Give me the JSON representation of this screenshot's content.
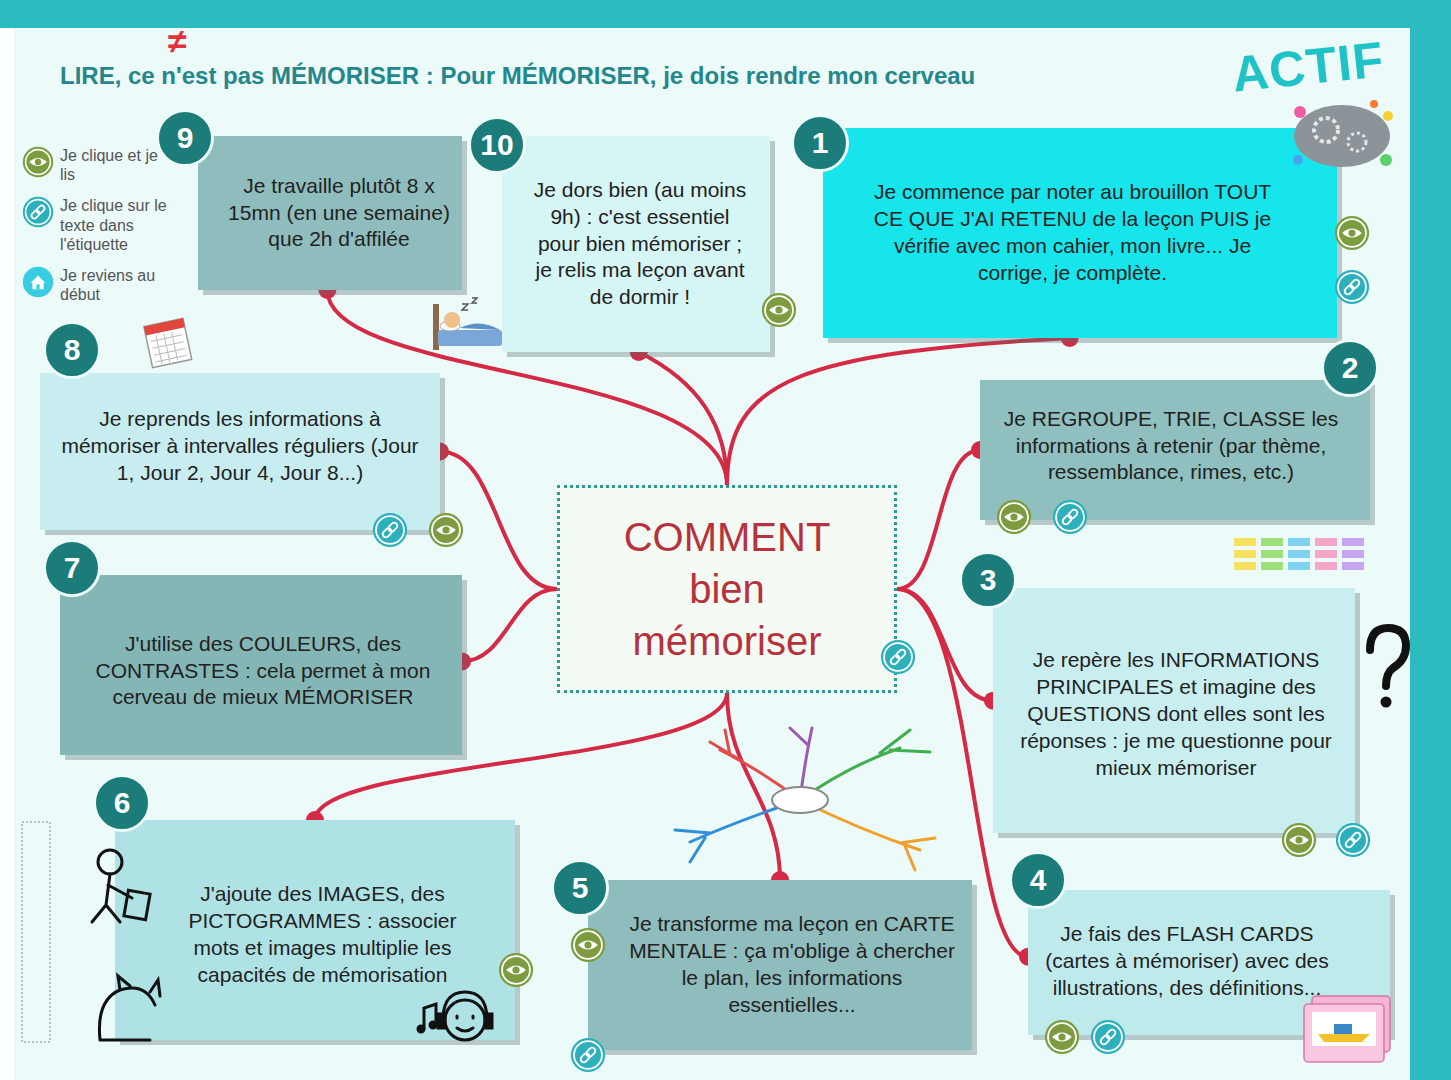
{
  "diagram": {
    "title": "LIRE, ce n'est pas MÉMORISER : Pour MÉMORISER, je dois rendre mon cerveau",
    "nodes": [
      {
        "text": [
          "COMMENT bien mémoriser"
        ]
      },
      {
        "text": [
          "1",
          "Je commence par noter au brouillon TOUT CE QUE J'AI RETENU de la leçon PUIS je vérifie avec mon cahier, mon livre... Je corrige, je complète."
        ]
      },
      {
        "text": [
          "2",
          "Je REGROUPE, TRIE, CLASSE les informations à retenir (par thème, ressemblance, rimes, etc.)"
        ]
      },
      {
        "text": [
          "3",
          "Je repère les INFORMATIONS PRINCIPALES et imagine des QUESTIONS dont elles sont les réponses : je me questionne pour mieux mémoriser"
        ]
      },
      {
        "text": [
          "4",
          "Je fais des FLASH CARDS (cartes à mémoriser) avec des illustrations, des définitions..."
        ]
      },
      {
        "text": [
          "5",
          "Je transforme ma leçon en CARTE MENTALE : ça m'oblige à chercher le plan, les informations essentielles..."
        ]
      },
      {
        "text": [
          "6",
          "J'ajoute des IMAGES, des PICTOGRAMMES : associer mots et images multiplie les capacités de mémorisation"
        ]
      },
      {
        "text": [
          "7",
          "J'utilise des COULEURS, des CONTRASTES : cela permet à mon cerveau de mieux MÉMORISER"
        ]
      },
      {
        "text": [
          "8",
          "Je reprends les informations à mémoriser à intervalles réguliers (Jour 1, Jour 2, Jour 4, Jour 8...)"
        ]
      },
      {
        "text": [
          "9",
          "Je travaille plutôt 8 x 15mn (en une semaine) que 2h d'affilée"
        ]
      },
      {
        "text": [
          "10",
          "Je dors bien (au moins 9h) : c'est essentiel pour bien mémoriser ; je relis ma leçon avant de dormir !"
        ]
      }
    ],
    "edges": [
      {
        "from": 0,
        "to": 1,
        "arrow": "none"
      },
      {
        "from": 0,
        "to": 2,
        "arrow": "none"
      },
      {
        "from": 0,
        "to": 3,
        "arrow": "none"
      },
      {
        "from": 0,
        "to": 4,
        "arrow": "none"
      },
      {
        "from": 0,
        "to": 5,
        "arrow": "none"
      },
      {
        "from": 0,
        "to": 6,
        "arrow": "none"
      },
      {
        "from": 0,
        "to": 7,
        "arrow": "none"
      },
      {
        "from": 0,
        "to": 8,
        "arrow": "none"
      },
      {
        "from": 0,
        "to": 9,
        "arrow": "none"
      },
      {
        "from": 0,
        "to": 10,
        "arrow": "none"
      }
    ],
    "labels": [
      "≠",
      "ACTIF"
    ],
    "legend": [
      {
        "text": "Je clique et je lis"
      },
      {
        "text": "Je clique sur le texte dans l'étiquette"
      },
      {
        "text": "Je reviens au début"
      }
    ]
  }
}
